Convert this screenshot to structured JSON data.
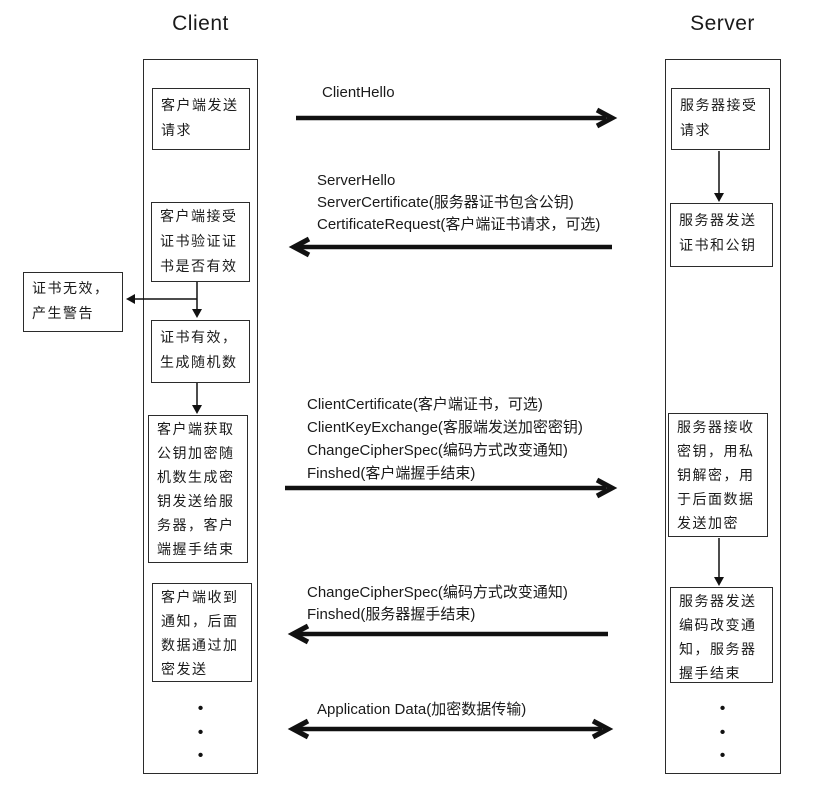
{
  "client": {
    "title": "Client",
    "boxes": [
      "客户端发送请求",
      "客户端接受证书验证证书是否有效",
      "证书有效，生成随机数",
      "客户端获取公钥加密随机数生成密钥发送给服务器，客户端握手结束",
      "客户端收到通知，后面数据通过加密发送"
    ],
    "ellipsis": "•\n•\n•"
  },
  "server": {
    "title": "Server",
    "boxes": [
      "服务器接受请求",
      "服务器发送证书和公钥",
      "服务器接收密钥，用私钥解密，用于后面数据发送加密",
      "服务器发送编码改变通知，服务器握手结束"
    ],
    "ellipsis": "•\n•\n•"
  },
  "warning_box": "证书无效，产生警告",
  "messages": [
    {
      "direction": "right",
      "lines": [
        "ClientHello"
      ]
    },
    {
      "direction": "left",
      "lines": [
        "ServerHello",
        "ServerCertificate(服务器证书包含公钥)",
        "CertificateRequest(客户端证书请求，可选)"
      ]
    },
    {
      "direction": "right",
      "lines": [
        "ClientCertificate(客户端证书，可选)",
        "ClientKeyExchange(客服端发送加密密钥)",
        "ChangeCipherSpec(编码方式改变通知)",
        "Finshed(客户端握手结束)"
      ]
    },
    {
      "direction": "left",
      "lines": [
        "ChangeCipherSpec(编码方式改变通知)",
        "Finshed(服务器握手结束)"
      ]
    },
    {
      "direction": "both",
      "lines": [
        "Application Data(加密数据传输)"
      ]
    }
  ],
  "colors": {
    "line": "#111111",
    "border": "#2b2b2b",
    "background": "#ffffff",
    "text": "#1a1a1a"
  }
}
